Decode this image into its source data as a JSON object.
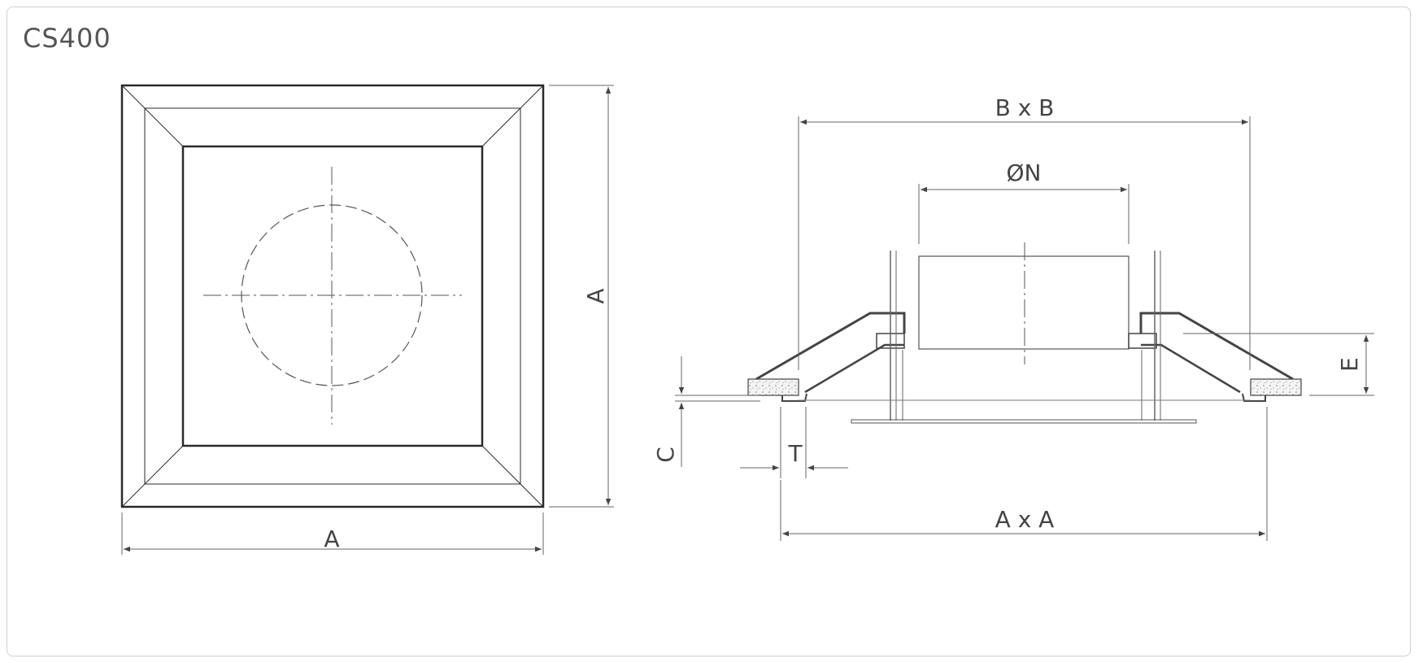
{
  "title": "CS400",
  "front_view": {
    "width_label": "A",
    "height_label": "A"
  },
  "section_view": {
    "top_label": "B x B",
    "neck_label": "ØN",
    "height_label": "E",
    "ceiling_label": "C",
    "flange_label": "T",
    "bottom_label": "A x A"
  },
  "colors": {
    "line": "#2a2a2a",
    "thin_line": "#666666",
    "border": "#cfcfcf"
  }
}
